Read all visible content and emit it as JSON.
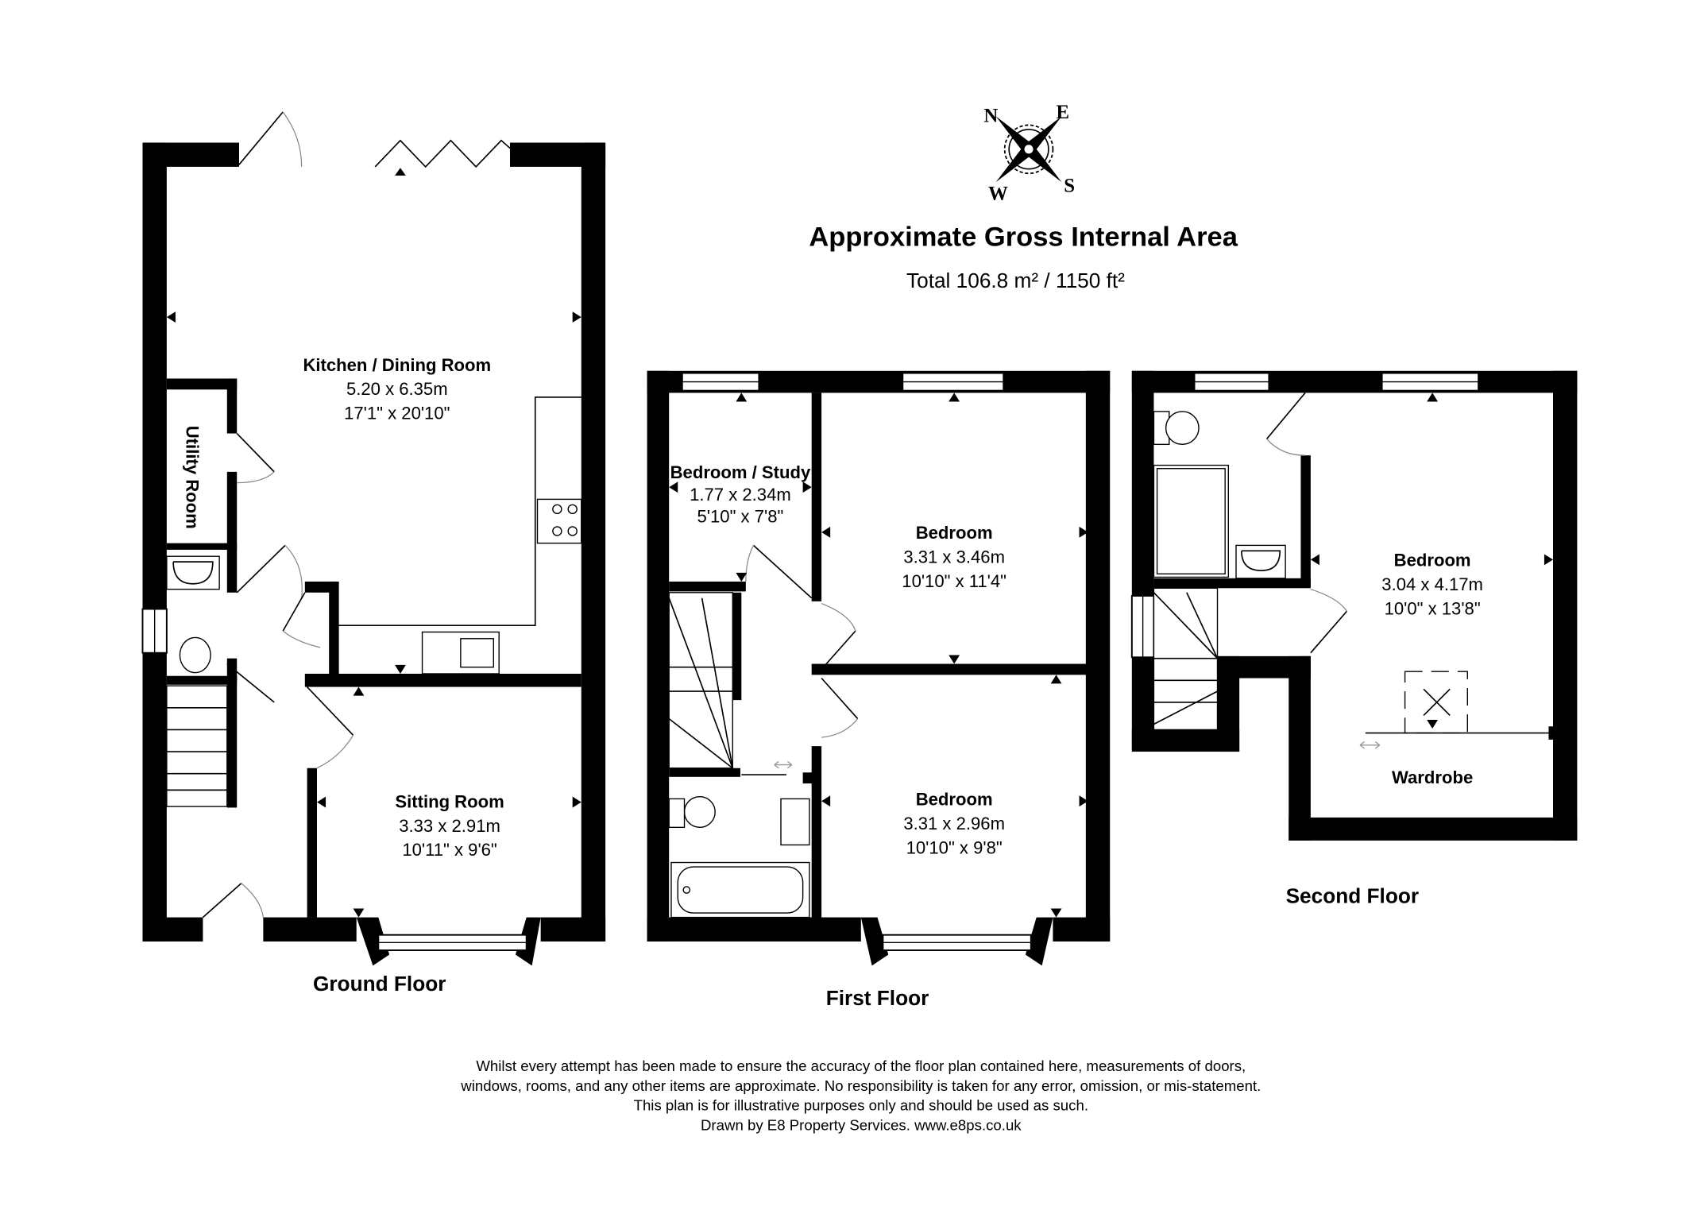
{
  "header": {
    "compass": {
      "n": "N",
      "e": "E",
      "s": "S",
      "w": "W"
    },
    "title": "Approximate Gross Internal Area",
    "total": "Total 106.8 m² / 1150 ft²"
  },
  "floors": {
    "ground": {
      "label": "Ground Floor",
      "rooms": [
        {
          "name": "Kitchen / Dining Room",
          "metric": "5.20 x 6.35m",
          "imperial": "17'1\" x 20'10\""
        },
        {
          "name": "Utility Room"
        },
        {
          "name": "Sitting Room",
          "metric": "3.33 x 2.91m",
          "imperial": "10'11\" x 9'6\""
        }
      ]
    },
    "first": {
      "label": "First Floor",
      "rooms": [
        {
          "name": "Bedroom / Study",
          "metric": "1.77 x 2.34m",
          "imperial": "5'10\" x 7'8\""
        },
        {
          "name": "Bedroom",
          "metric": "3.31 x 3.46m",
          "imperial": "10'10\" x 11'4\""
        },
        {
          "name": "Bedroom",
          "metric": "3.31 x 2.96m",
          "imperial": "10'10\" x 9'8\""
        }
      ]
    },
    "second": {
      "label": "Second Floor",
      "rooms": [
        {
          "name": "Bedroom",
          "metric": "3.04 x 4.17m",
          "imperial": "10'0\" x 13'8\""
        },
        {
          "name": "Wardrobe"
        }
      ]
    }
  },
  "disclaimer": {
    "line1": "Whilst every attempt has been made to ensure the accuracy of the floor plan contained here, measurements of doors,",
    "line2": "windows, rooms, and any other items are approximate. No responsibility is taken for any error, omission, or mis-statement.",
    "line3": "This plan is for illustrative purposes only and should be used as such.",
    "line4": "Drawn by E8 Property Services. www.e8ps.co.uk"
  },
  "colors": {
    "wall": "#000000",
    "background": "#ffffff",
    "door_arc": "#888888"
  }
}
